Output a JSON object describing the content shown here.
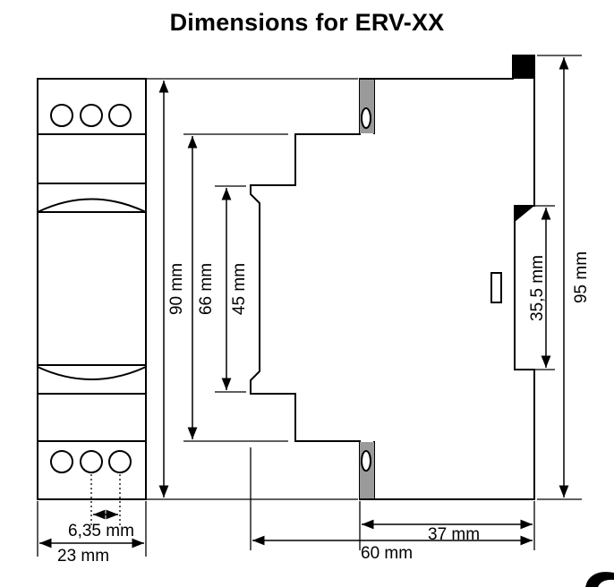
{
  "title": "Dimensions for ERV-XX",
  "labels": {
    "height_total": "90 mm",
    "height_front": "66 mm",
    "height_center": "45 mm",
    "rail_height": "35,5 mm",
    "overall_height": "95 mm",
    "terminal_pitch": "6,35 mm",
    "width": "23 mm",
    "depth_rail": "37 mm",
    "depth_total": "60 mm"
  },
  "colors": {
    "line": "#000000",
    "logo": "#000000",
    "background": "#ffffff"
  }
}
